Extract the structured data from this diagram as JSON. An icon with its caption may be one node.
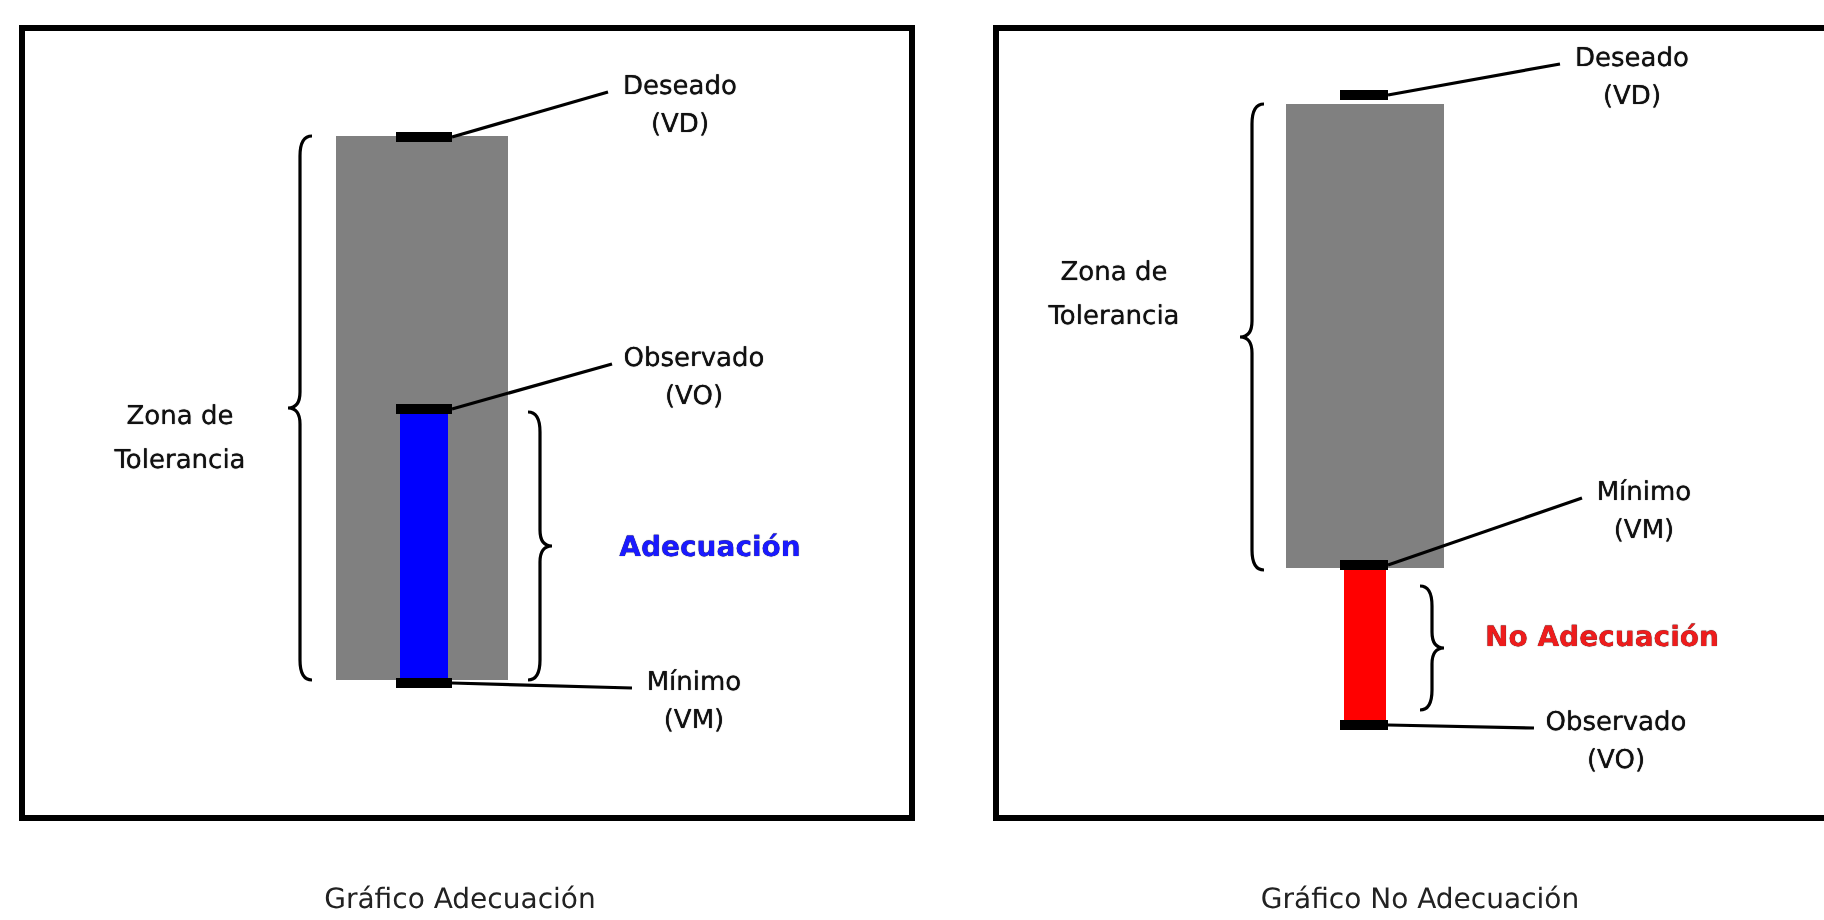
{
  "diagram": {
    "nodes": [
      {
        "text": [
          "Deseado (VD)"
        ]
      },
      {
        "text": [],
        "shape": "bar"
      },
      {
        "text": [
          "Observado (VO)"
        ]
      },
      {
        "text": [],
        "shape": "bar"
      },
      {
        "text": [
          "Mínimo (VM)"
        ]
      },
      {
        "text": [],
        "shape": "bar"
      },
      {
        "text": [
          "Deseado (VD)"
        ]
      },
      {
        "text": [],
        "shape": "bar"
      },
      {
        "text": [
          "Mínimo (VM)"
        ]
      },
      {
        "text": [],
        "shape": "bar"
      },
      {
        "text": [
          "Observado (VO)"
        ]
      },
      {
        "text": [],
        "shape": "bar"
      }
    ],
    "edges": [
      {
        "from": 0,
        "to": 1,
        "arrow": "none"
      },
      {
        "from": 2,
        "to": 3,
        "arrow": "none"
      },
      {
        "from": 4,
        "to": 5,
        "arrow": "none"
      },
      {
        "from": 6,
        "to": 7,
        "arrow": "none"
      },
      {
        "from": 8,
        "to": 9,
        "arrow": "none"
      },
      {
        "from": 10,
        "to": 11,
        "arrow": "none"
      }
    ],
    "labels": [
      "Zona de Tolerancia",
      "Adecuación",
      "Zona de Tolerancia",
      "No Adecuación",
      "Gráfico Adecuación",
      "Gráfico No Adecuación"
    ]
  }
}
